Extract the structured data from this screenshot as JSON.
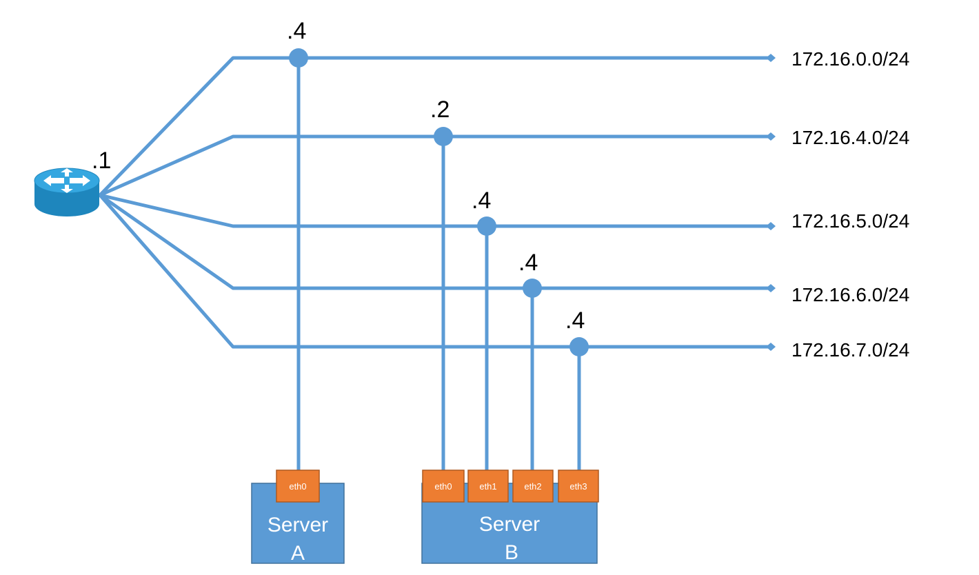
{
  "colors": {
    "link": "#5b9bd5",
    "server_fill": "#5b9bd5",
    "server_stroke": "#41719c",
    "nic_fill": "#ed7d31",
    "nic_stroke": "#ae5a21",
    "router_top": "#35a7e0",
    "router_side": "#1e86bd"
  },
  "router": {
    "name": "router-icon",
    "address_label": ".1"
  },
  "networks": [
    {
      "id": "net0",
      "label": "172.16.0.0/24",
      "host_label": ".4"
    },
    {
      "id": "net4",
      "label": "172.16.4.0/24",
      "host_label": ".2"
    },
    {
      "id": "net5",
      "label": "172.16.5.0/24",
      "host_label": ".4"
    },
    {
      "id": "net6",
      "label": "172.16.6.0/24",
      "host_label": ".4"
    },
    {
      "id": "net7",
      "label": "172.16.7.0/24",
      "host_label": ".4"
    }
  ],
  "servers": [
    {
      "id": "server-a",
      "line1": "Server",
      "line2": "A",
      "nics": [
        "eth0"
      ]
    },
    {
      "id": "server-b",
      "line1": "Server",
      "line2": "B",
      "nics": [
        "eth0",
        "eth1",
        "eth2",
        "eth3"
      ]
    }
  ]
}
